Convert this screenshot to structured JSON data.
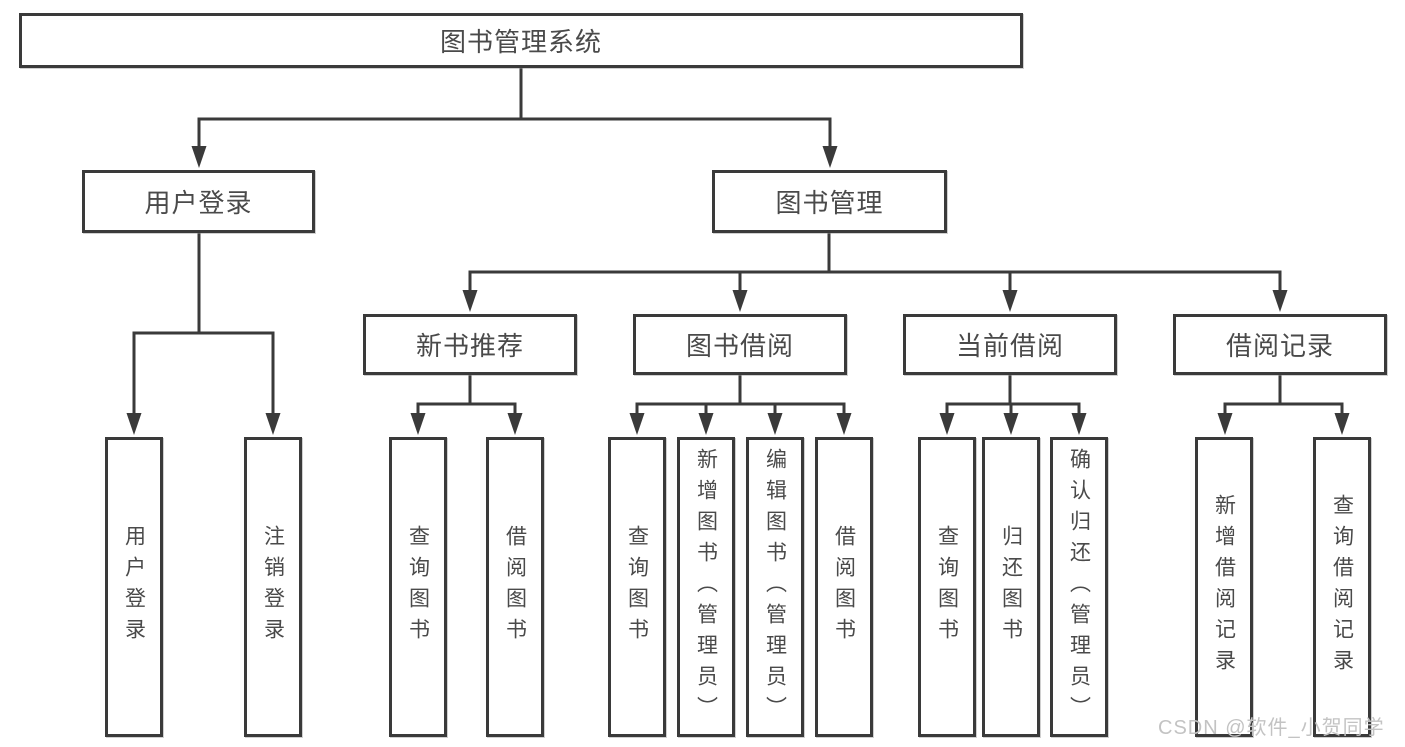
{
  "diagram": {
    "root": "图书管理系统",
    "branches": [
      {
        "label": "用户登录",
        "leaves": [
          "用户登录",
          "注销登录"
        ]
      },
      {
        "label": "图书管理",
        "groups": [
          {
            "label": "新书推荐",
            "leaves": [
              "查询图书",
              "借阅图书"
            ]
          },
          {
            "label": "图书借阅",
            "leaves": [
              "查询图书",
              "新增图书（管理员）",
              "编辑图书（管理员）",
              "借阅图书"
            ]
          },
          {
            "label": "当前借阅",
            "leaves": [
              "查询图书",
              "归还图书",
              "确认归还（管理员）"
            ]
          },
          {
            "label": "借阅记录",
            "leaves": [
              "新增借阅记录",
              "查询借阅记录"
            ]
          }
        ]
      }
    ]
  },
  "watermark": "CSDN @软件_小贺同学",
  "colors": {
    "line": "#3a3a3a",
    "box_border": "#3a3a3a",
    "text": "#4a4a4a",
    "background": "#ffffff",
    "watermark": "#c3c3c3"
  }
}
